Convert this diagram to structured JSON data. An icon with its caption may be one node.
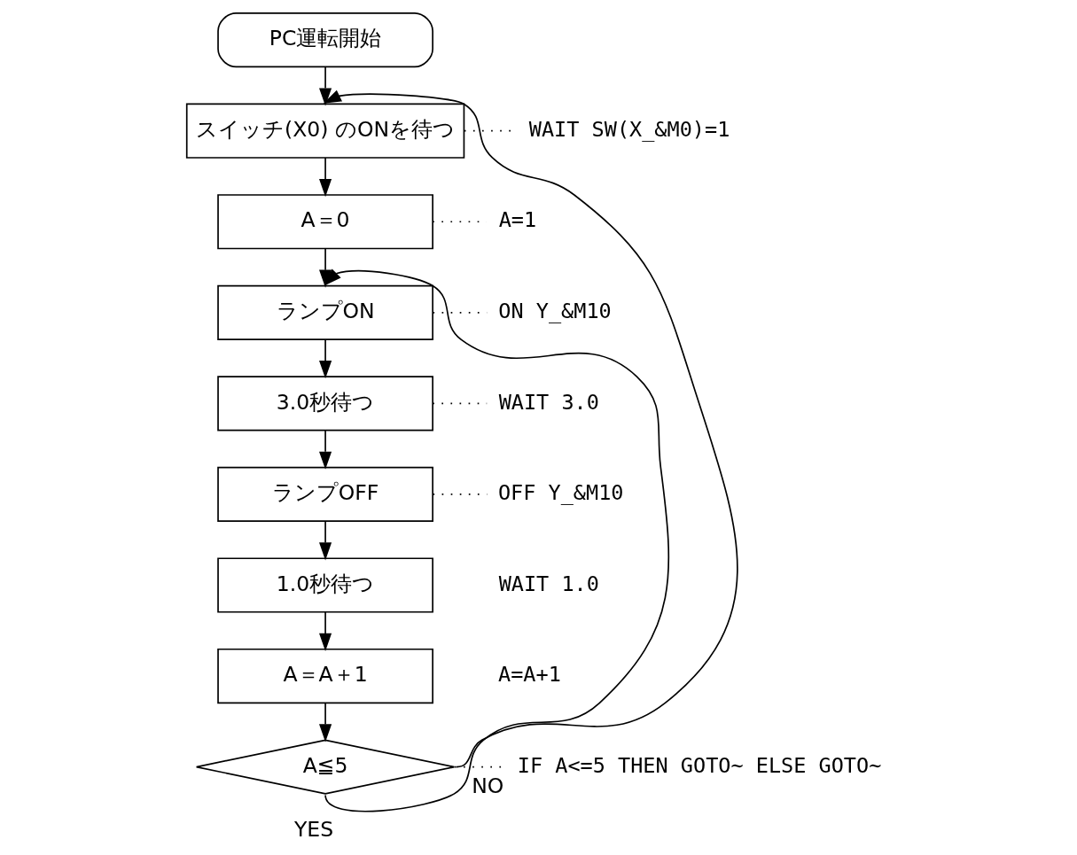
{
  "diagram": {
    "nodes": [
      {
        "text": [
          "PC運転開始"
        ]
      },
      {
        "text": [
          "スイッチ(X0) のONを待つ"
        ]
      },
      {
        "text": [
          "A＝0"
        ]
      },
      {
        "text": [
          "ランプON"
        ]
      },
      {
        "text": [
          "3.0秒待つ"
        ]
      },
      {
        "text": [
          "ランプOFF"
        ]
      },
      {
        "text": [
          "1.0秒待つ"
        ]
      },
      {
        "text": [
          "A＝A＋1"
        ]
      },
      {
        "text": [
          "A≦5"
        ]
      },
      {
        "text": [
          "WAIT SW(X_&M0)=1"
        ]
      },
      {
        "text": [
          "A=1"
        ]
      },
      {
        "text": [
          "ON Y_&M10"
        ]
      },
      {
        "text": [
          "WAIT 3.0"
        ]
      },
      {
        "text": [
          "OFF Y_&M10"
        ]
      },
      {
        "text": [
          "IF A<=5 THEN GOTO∼ ELSE GOTO∼"
        ]
      }
    ],
    "edges": [
      {
        "from": 0,
        "to": 1,
        "arrow": "to"
      },
      {
        "from": 1,
        "to": 2,
        "arrow": "to"
      },
      {
        "from": 2,
        "to": 3,
        "arrow": "to"
      },
      {
        "from": 3,
        "to": 4,
        "arrow": "to"
      },
      {
        "from": 4,
        "to": 5,
        "arrow": "to"
      },
      {
        "from": 5,
        "to": 6,
        "arrow": "to"
      },
      {
        "from": 6,
        "to": 7,
        "arrow": "to"
      },
      {
        "from": 7,
        "to": 8,
        "arrow": "to"
      },
      {
        "from": 8,
        "to": 1,
        "arrow": "to",
        "label": "NO"
      },
      {
        "from": 8,
        "to": 3,
        "arrow": "to",
        "label": "YES"
      },
      {
        "from": 1,
        "to": 9,
        "arrow": "none",
        "style": "dashed"
      },
      {
        "from": 2,
        "to": 10,
        "arrow": "none",
        "style": "dashed"
      },
      {
        "from": 3,
        "to": 11,
        "arrow": "none",
        "style": "dashed"
      },
      {
        "from": 4,
        "to": 12,
        "arrow": "none",
        "style": "dashed"
      },
      {
        "from": 5,
        "to": 13,
        "arrow": "none",
        "style": "dashed"
      },
      {
        "from": 8,
        "to": 14,
        "arrow": "none",
        "style": "dashed"
      }
    ],
    "labels": [
      "WAIT 1.0",
      "A=A+1"
    ]
  }
}
